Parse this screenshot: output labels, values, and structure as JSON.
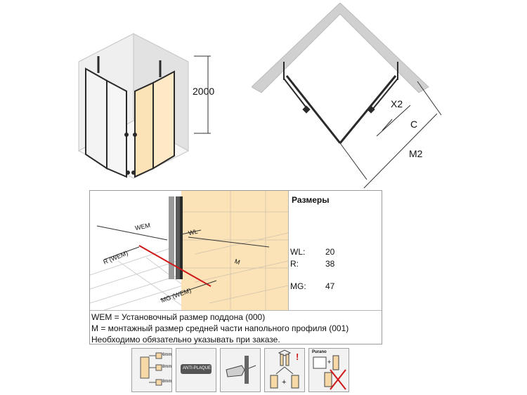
{
  "top_left": {
    "height_label": "2000"
  },
  "top_right": {
    "x2_label": "X2",
    "c_label": "C",
    "m2_label": "M2"
  },
  "detail": {
    "wem_label": "WEM",
    "r_wem_label": "R (WEM)",
    "wl_label": "WL",
    "m_label": "M",
    "mg_wem_label": "MG (WEM)"
  },
  "dimensions": {
    "title": "Размеры",
    "rows": [
      {
        "key": "WL:",
        "value": "20"
      },
      {
        "key": "R:",
        "value": "38"
      },
      {
        "key": "MG:",
        "value": "47"
      }
    ]
  },
  "notes": [
    "WEM = Установочный размер поддона (000)",
    "M = монтажный размер средней части напольного профиля (001)",
    "Необходимо обязательно указывать при заказе."
  ],
  "icons": {
    "mm_a": "6mm",
    "mm_b": "8mm",
    "mm_c": "8mm",
    "anti_plaque": "ANTI-PLAQUE",
    "exclaim": "!",
    "plus": "+",
    "purano": "Purano"
  },
  "colors": {
    "door_tint": "#fbe3b7",
    "tile_line": "#d8c8ae",
    "red_line": "#d01818",
    "frame": "#2a2a2a"
  }
}
